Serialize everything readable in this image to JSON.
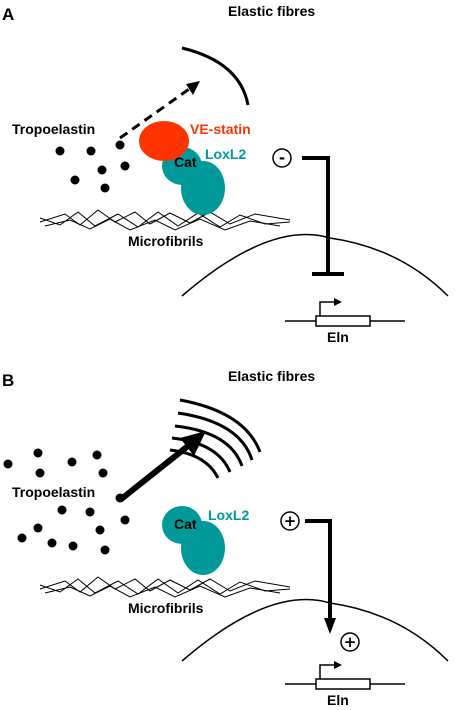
{
  "panel_a": {
    "letter": "A",
    "elastic_fibres": "Elastic fibres",
    "tropoelastin": "Tropoelastin",
    "ve_statin": "VE-statin",
    "loxl2": "LoxL2",
    "cat": "Cat",
    "microfibrils": "Microfibrils",
    "regulation_sign": "-",
    "gene": "Eln"
  },
  "panel_b": {
    "letter": "B",
    "elastic_fibres": "Elastic fibres",
    "tropoelastin": "Tropoelastin",
    "loxl2": "LoxL2",
    "cat": "Cat",
    "microfibrils": "Microfibrils",
    "regulation_sign": "+",
    "nucleus_sign": "+",
    "gene": "Eln"
  },
  "colors": {
    "ve_statin": "#ff3300",
    "loxl2": "#009999",
    "line": "#000000"
  }
}
